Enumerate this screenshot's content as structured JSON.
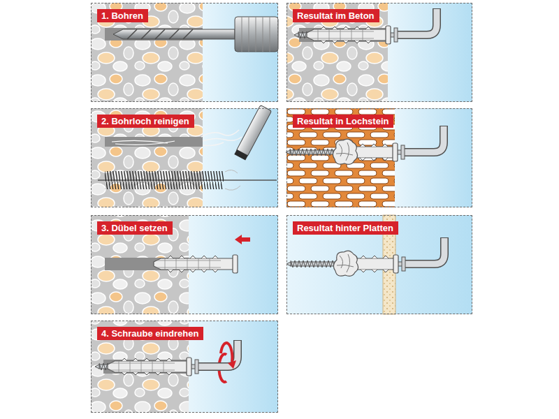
{
  "diagram": {
    "nodes": [
      {
        "text": [
          "1. Bohren"
        ]
      },
      {
        "text": [
          "Resultat im Beton"
        ]
      },
      {
        "text": [
          "2. Bohrloch reinigen"
        ]
      },
      {
        "text": [
          "Resultat in Lochstein"
        ]
      },
      {
        "text": [
          "3. Dübel setzen"
        ]
      },
      {
        "text": [
          "Resultat hinter Platten"
        ]
      },
      {
        "text": [
          "4. Schraube eindrehen"
        ]
      }
    ]
  }
}
